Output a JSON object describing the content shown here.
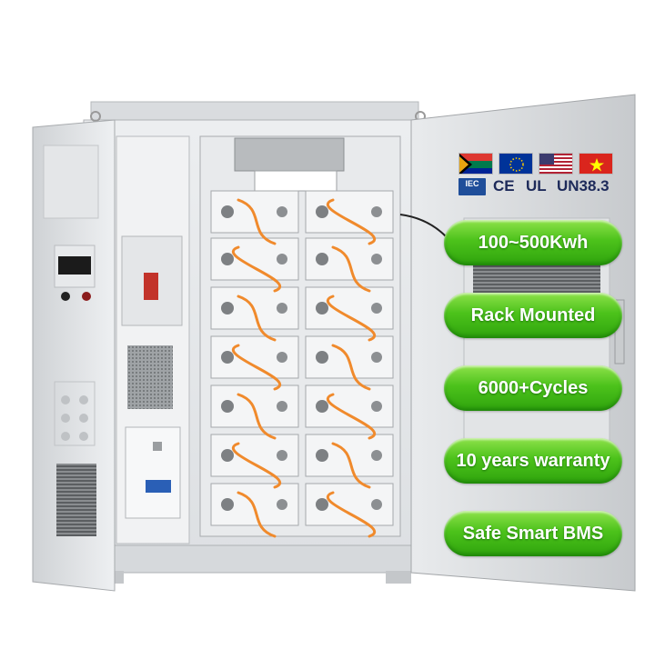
{
  "product": {
    "certifications": {
      "flags": [
        "south-africa-flag",
        "eu-flag",
        "usa-flag",
        "vietnam-flag"
      ],
      "marks": {
        "iec": "IEC",
        "ce": "CE",
        "ul": "UL",
        "un": "UN38.3"
      }
    },
    "features": [
      "100~500Kwh",
      "Rack Mounted",
      "6000+Cycles",
      "10 years warranty",
      "Safe Smart BMS"
    ],
    "colors": {
      "pill_green": "#4cc21b",
      "cabinet_grey": "#e6e8ea",
      "cable_orange": "#f08a2c"
    }
  }
}
